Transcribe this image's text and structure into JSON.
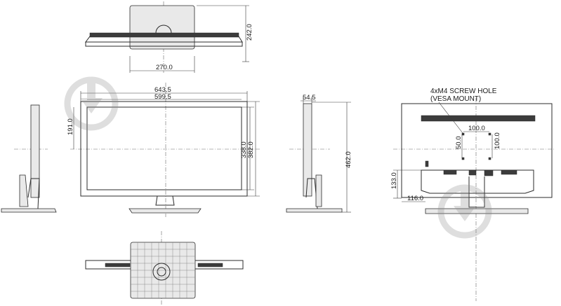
{
  "dimensions": {
    "top_depth": "242.0",
    "top_base_width": "270.0",
    "overall_width": "643.5",
    "screen_width": "599.5",
    "left_offset": "191.0",
    "screen_height": "338.0",
    "panel_height": "382.0",
    "side_depth": "54.5",
    "overall_height": "462.0",
    "vesa_h": "100.0",
    "vesa_v_left": "50.0",
    "vesa_v_right": "100.0",
    "port_height": "133.0",
    "port_offset": "116.0"
  },
  "annotation": {
    "line1": "4xM4 SCREW HOLE",
    "line2": "(VESA MOUNT)"
  },
  "icons": {
    "watermark1": "download-arrow-icon",
    "watermark2": "download-arrow-icon"
  }
}
